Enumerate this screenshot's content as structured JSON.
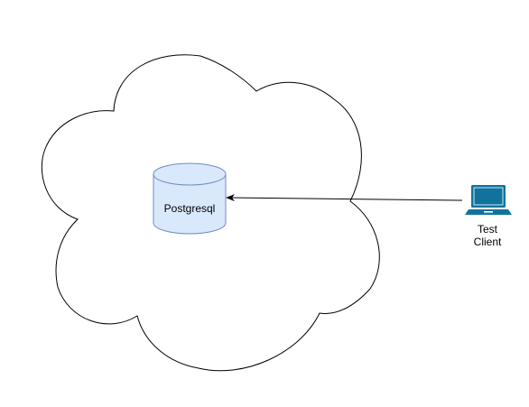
{
  "diagram": {
    "database": {
      "label": "Postgresql",
      "icon": "database-cylinder-icon",
      "fill": "#dae8fc",
      "stroke": "#6c8ebf"
    },
    "client": {
      "label_line1": "Test",
      "label_line2": "Client",
      "icon": "laptop-icon",
      "color": "#10739e"
    },
    "cloud": {
      "icon": "cloud-shape",
      "stroke": "#000000",
      "fill": "#ffffff"
    },
    "connection": {
      "from": "Test Client",
      "to": "Postgresql",
      "style": "arrow"
    }
  }
}
